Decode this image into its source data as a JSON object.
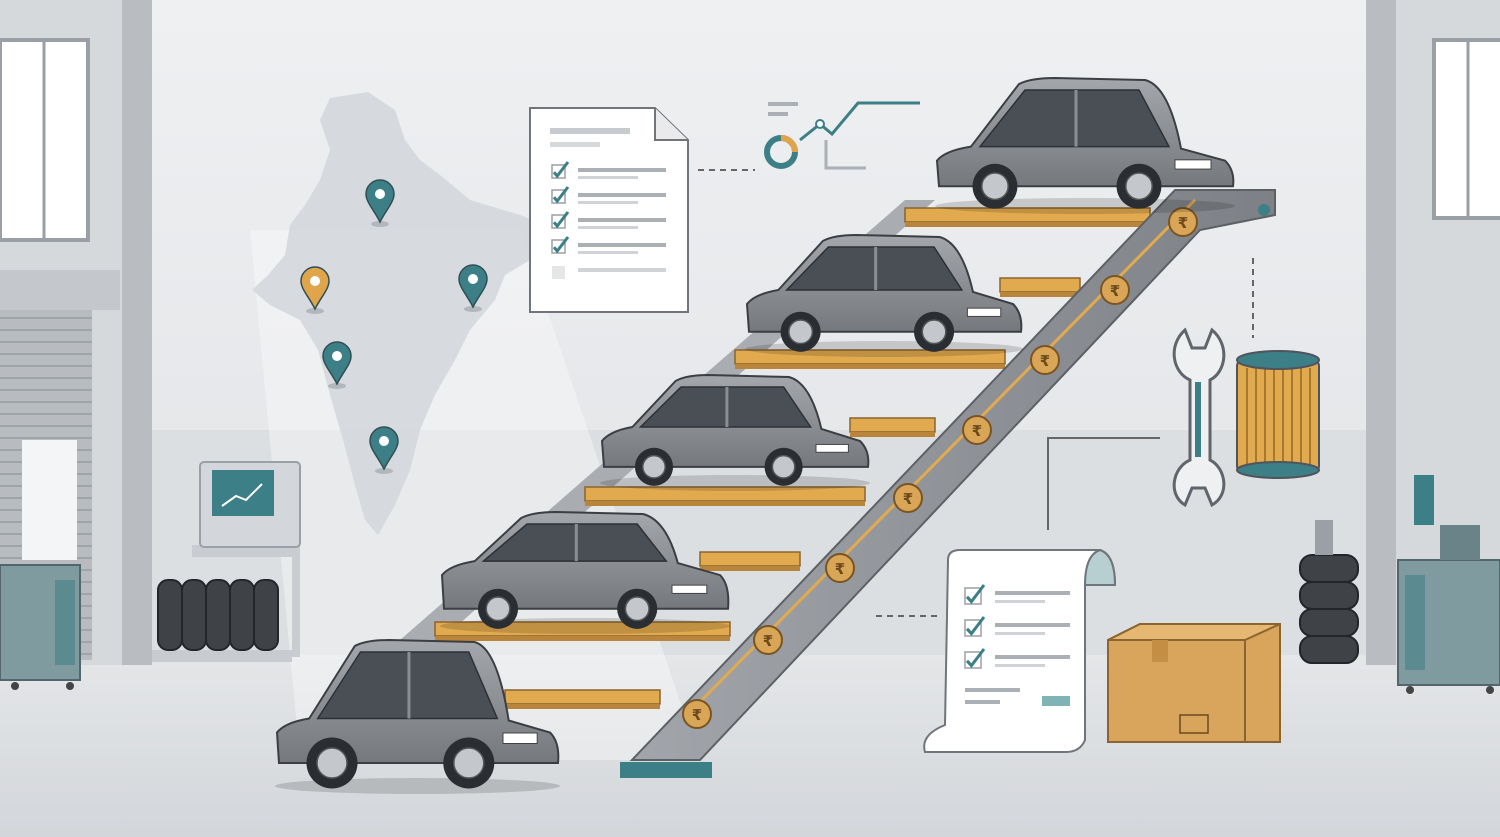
{
  "scene": {
    "currency_symbol": "₹",
    "coins": [
      "₹",
      "₹",
      "₹",
      "₹",
      "₹",
      "₹",
      "₹",
      "₹"
    ],
    "cars": [
      "hatchback",
      "sedan",
      "compact-suv",
      "suv",
      "mpv"
    ],
    "icons": [
      "india-map",
      "location-pin",
      "checklist-document",
      "growth-chart",
      "wrench",
      "oil-filter",
      "receipt-checklist",
      "cardboard-box",
      "computer-terminal",
      "tire-stack",
      "tool-cabinet",
      "garage-shutter",
      "window"
    ],
    "colors": {
      "wall": "#e4e6e9",
      "floor": "#dfe1e4",
      "steel": "#8f9399",
      "step": "#e2aa4f",
      "coin": "#d9a557",
      "teal": "#3d7f86",
      "pin_orange": "#e0a54a",
      "car_body": "#8a8d91"
    }
  }
}
